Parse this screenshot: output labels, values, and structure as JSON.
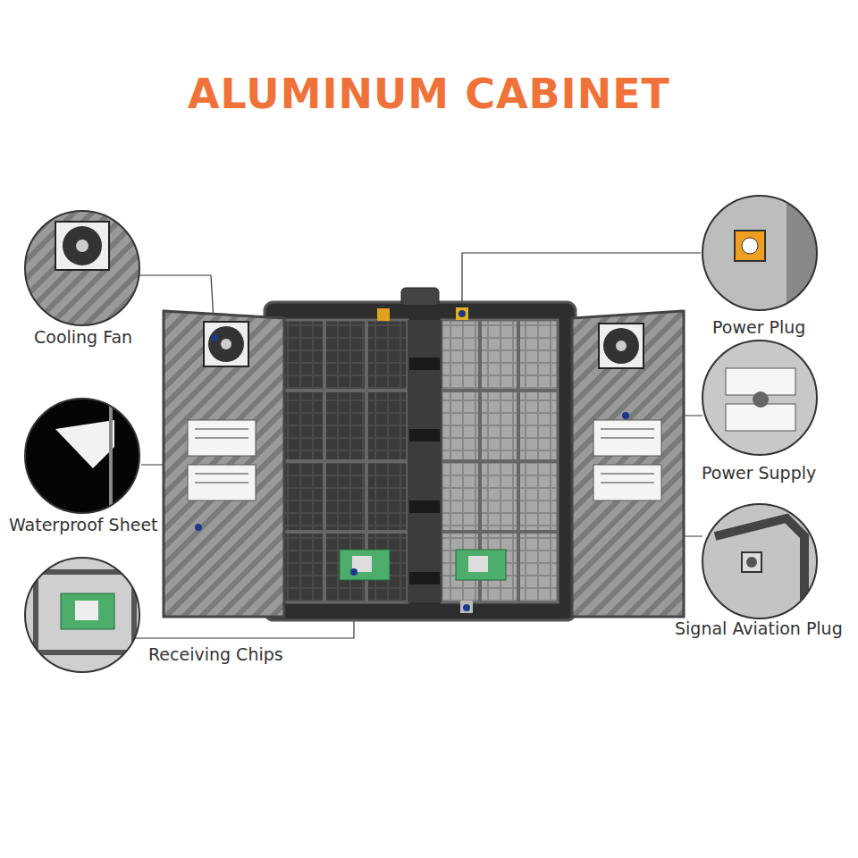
{
  "diagram": {
    "title": "ALUMINUM CABINET",
    "labels": [
      "Cooling Fan",
      "Waterproof Sheet",
      "Receiving Chips",
      "Power Plug",
      "Power Supply",
      "Signal Aviation Plug"
    ]
  }
}
